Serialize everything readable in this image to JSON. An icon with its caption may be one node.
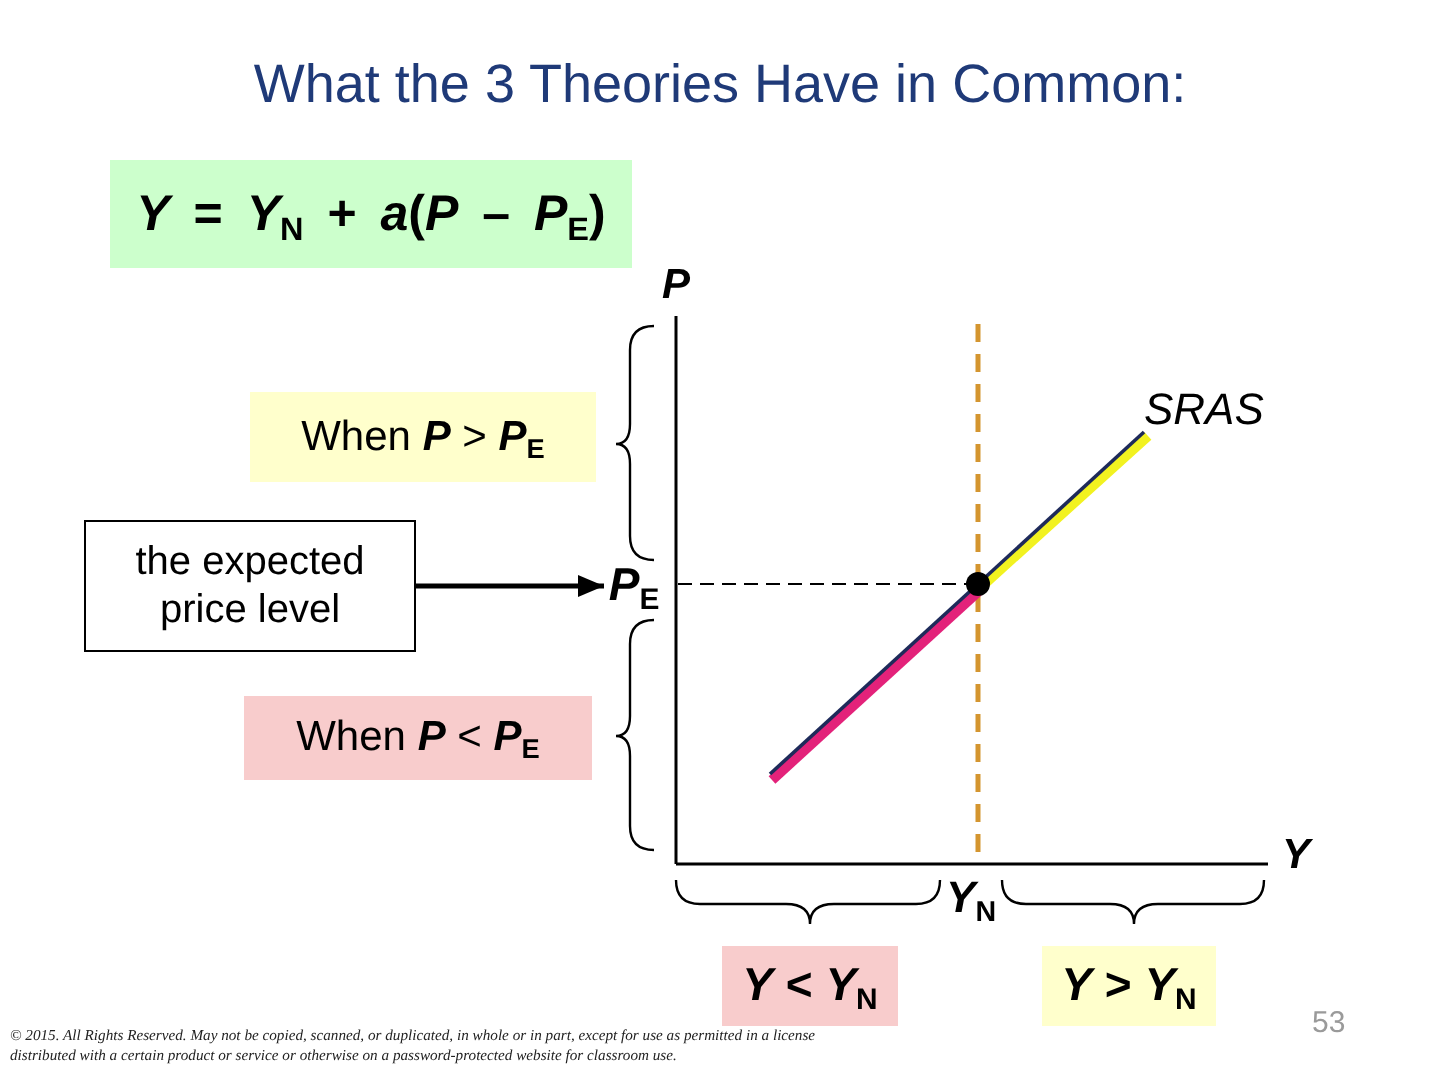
{
  "diagram": {
    "title": "What the 3 Theories Have in Common:",
    "nodes": [
      {
        "text": [
          "*Y* = *Y*$_{N}$ + *a*(*P* – *P*$_{E}$)"
        ]
      },
      {
        "text": [
          "When **P** > **P**$_{E}$"
        ]
      },
      {
        "text": [
          "the expected price level"
        ]
      },
      {
        "text": [
          "*P*$_{E}$"
        ]
      },
      {
        "text": [
          "When **P** < **P**$_{E}$"
        ]
      },
      {
        "text": [
          "*Y* < *Y*$_{N}$"
        ]
      },
      {
        "text": [
          "*Y* > *Y*$_{N}$"
        ]
      }
    ],
    "edges": [
      {
        "from": 2,
        "to": 3,
        "arrow": "to"
      }
    ],
    "labels": [
      "P",
      "SRAS",
      "Y",
      "*Y*$_{N}$",
      "53",
      "© 2015. All Rights Reserved. May not be copied, scanned, or duplicated, in whole or in part, except for use as permitted in a license distributed with a certain product or service or otherwise on a password-protected website for classroom use."
    ]
  }
}
